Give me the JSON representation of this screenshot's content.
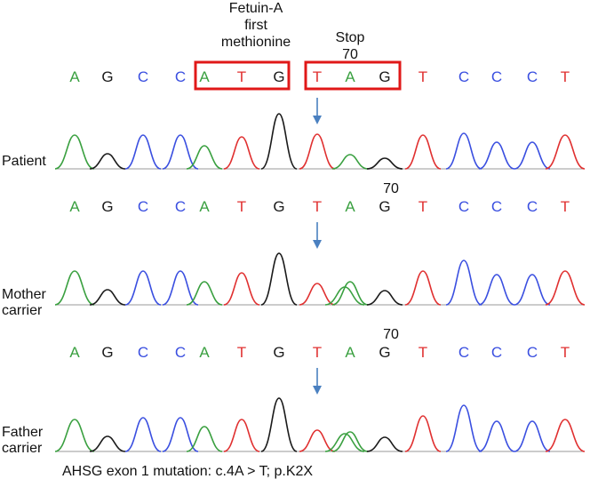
{
  "annotations": {
    "start_label_lines": [
      "Fetuin-A",
      "first",
      "methionine"
    ],
    "stop_label_lines": [
      "Stop",
      "70"
    ],
    "position_label": "70"
  },
  "colors": {
    "A": "#3aa040",
    "C": "#3a4fe0",
    "G": "#1a1a1a",
    "T": "#e03030",
    "box": "#e01818",
    "arrow": "#4a80c0"
  },
  "tracks": [
    {
      "label_lines": [
        "Patient"
      ],
      "bases": [
        "A",
        "G",
        "C",
        "C",
        "A",
        "T",
        "G",
        "T",
        "A",
        "G",
        "T",
        "C",
        "C",
        "C",
        "T"
      ],
      "mutation_base_index": 7
    },
    {
      "label_lines": [
        "Mother",
        "carrier"
      ],
      "bases": [
        "A",
        "G",
        "C",
        "C",
        "A",
        "T",
        "G",
        "T",
        "A",
        "G",
        "T",
        "C",
        "C",
        "C",
        "T"
      ],
      "mutation_base_index": 7
    },
    {
      "label_lines": [
        "Father",
        "carrier"
      ],
      "bases": [
        "A",
        "G",
        "C",
        "C",
        "A",
        "T",
        "G",
        "T",
        "A",
        "G",
        "T",
        "C",
        "C",
        "C",
        "T"
      ],
      "mutation_base_index": 7
    }
  ],
  "caption": "AHSG exon 1 mutation: c.4A > T; p.K2X"
}
